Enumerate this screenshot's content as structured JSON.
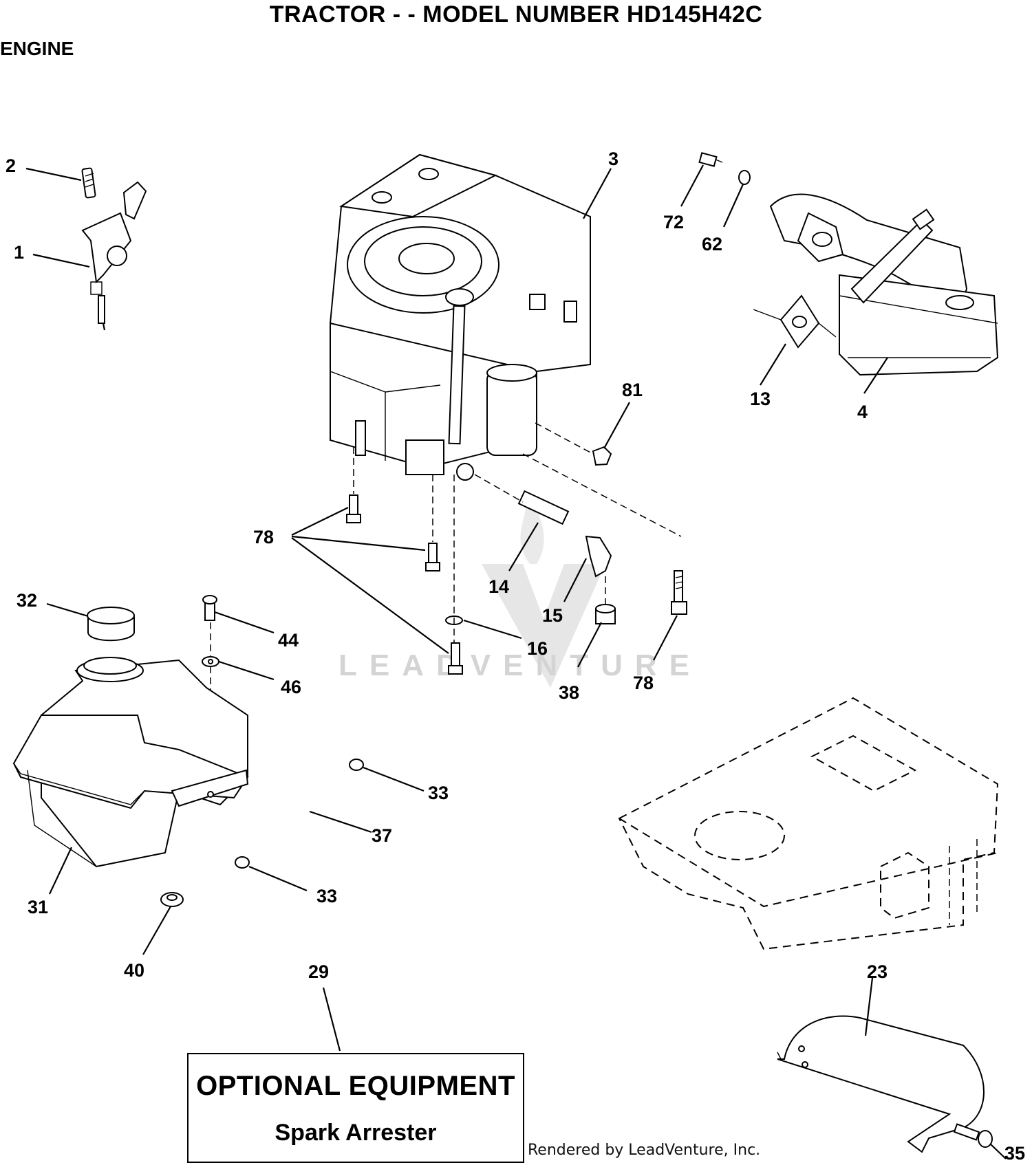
{
  "header": {
    "title": "TRACTOR - - MODEL NUMBER HD145H42C",
    "section": "ENGINE"
  },
  "watermark": "LEADVENTURE",
  "callouts": [
    {
      "id": "c1",
      "label": "1"
    },
    {
      "id": "c2",
      "label": "2"
    },
    {
      "id": "c3",
      "label": "3"
    },
    {
      "id": "c4",
      "label": "4"
    },
    {
      "id": "c13",
      "label": "13"
    },
    {
      "id": "c14",
      "label": "14"
    },
    {
      "id": "c15",
      "label": "15"
    },
    {
      "id": "c16",
      "label": "16"
    },
    {
      "id": "c23",
      "label": "23"
    },
    {
      "id": "c29",
      "label": "29"
    },
    {
      "id": "c31",
      "label": "31"
    },
    {
      "id": "c32",
      "label": "32"
    },
    {
      "id": "c33a",
      "label": "33"
    },
    {
      "id": "c33b",
      "label": "33"
    },
    {
      "id": "c35",
      "label": "35"
    },
    {
      "id": "c37",
      "label": "37"
    },
    {
      "id": "c38",
      "label": "38"
    },
    {
      "id": "c40",
      "label": "40"
    },
    {
      "id": "c44",
      "label": "44"
    },
    {
      "id": "c46",
      "label": "46"
    },
    {
      "id": "c62",
      "label": "62"
    },
    {
      "id": "c72",
      "label": "72"
    },
    {
      "id": "c78a",
      "label": "78"
    },
    {
      "id": "c78b",
      "label": "78"
    },
    {
      "id": "c81",
      "label": "81"
    }
  ],
  "optional_equipment": {
    "title": "OPTIONAL EQUIPMENT",
    "item": "Spark Arrester"
  },
  "footer": {
    "rendered_by": "Rendered by LeadVenture, Inc."
  }
}
